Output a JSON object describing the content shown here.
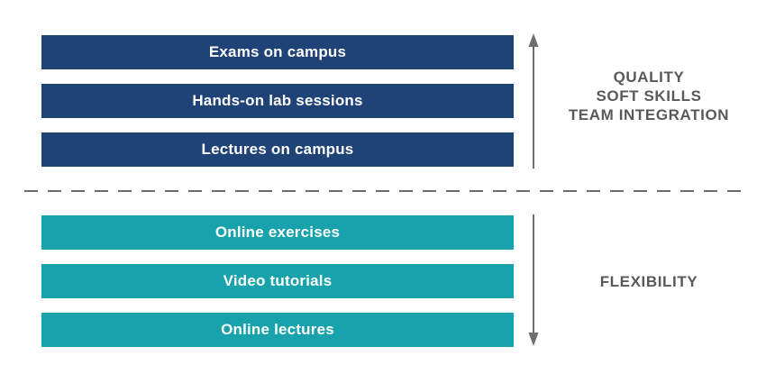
{
  "colors": {
    "campus_bar": "#1f4277",
    "online_bar": "#18a2ac",
    "bar_text": "#ffffff",
    "annotation_text": "#58595b",
    "divider_gray": "#6b6b6b",
    "arrow_gray": "#6d6e71",
    "background": "#ffffff"
  },
  "top_section": {
    "bars": [
      "Exams on campus",
      "Hands-on lab sessions",
      "Lectures on campus"
    ],
    "annotation_lines": [
      "QUALITY",
      "SOFT SKILLS",
      "TEAM INTEGRATION"
    ],
    "arrow_direction": "up"
  },
  "bottom_section": {
    "bars": [
      "Online exercises",
      "Video tutorials",
      "Online lectures"
    ],
    "annotation_lines": [
      "FLEXIBILITY"
    ],
    "arrow_direction": "down"
  }
}
